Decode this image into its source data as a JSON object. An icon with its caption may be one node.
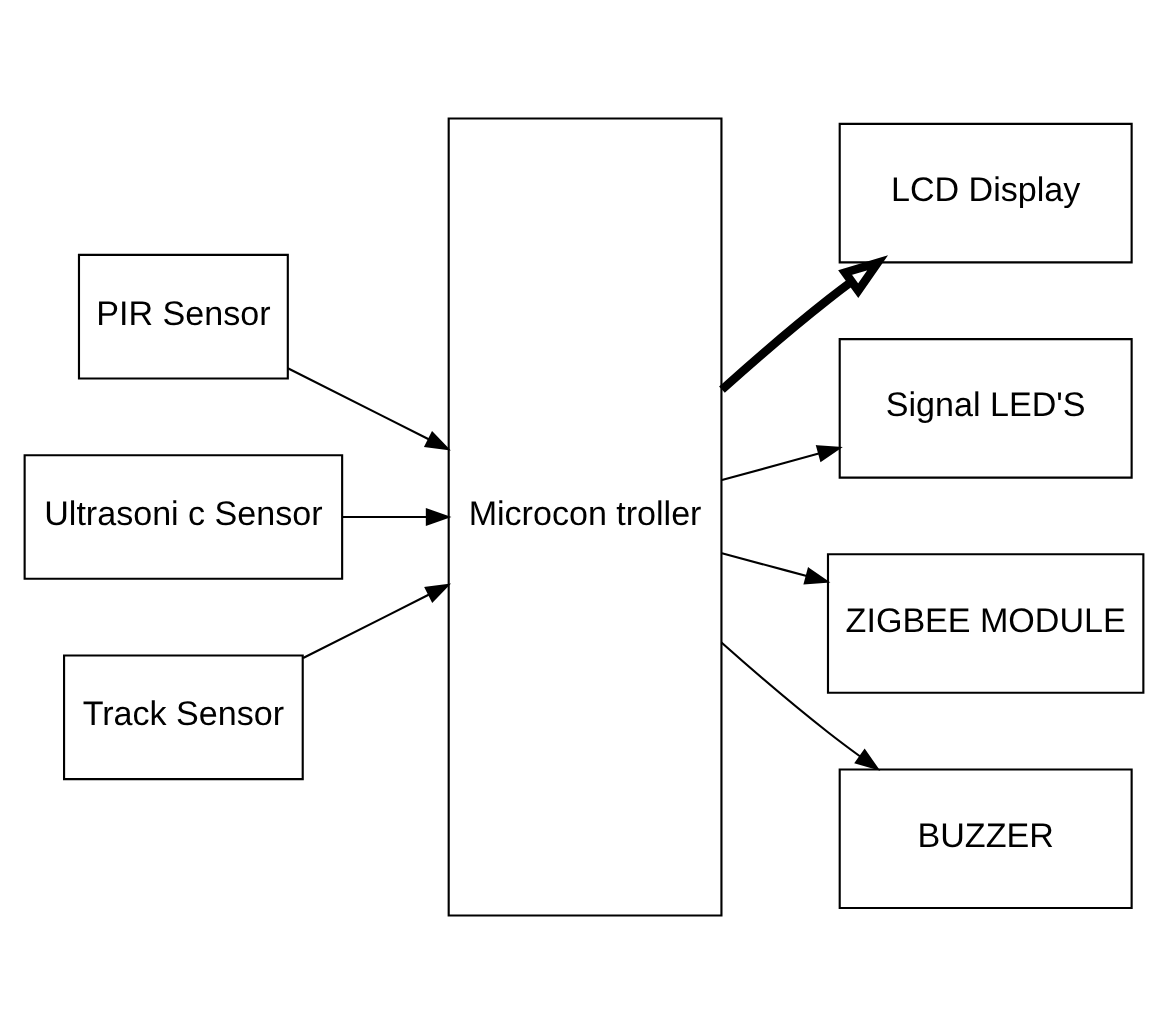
{
  "diagram": {
    "nodes": [
      {
        "text": [
          "PIR Sensor"
        ]
      },
      {
        "text": [
          "Ultrasoni c Sensor"
        ]
      },
      {
        "text": [
          "Track Sensor"
        ]
      },
      {
        "text": [
          "Microcon troller"
        ]
      },
      {
        "text": [
          "LCD Display"
        ]
      },
      {
        "text": [
          "Signal LED'S"
        ]
      },
      {
        "text": [
          "ZIGBEE MODULE"
        ]
      },
      {
        "text": [
          "BUZZER"
        ]
      }
    ],
    "edges": [
      {
        "from": 0,
        "to": 3,
        "arrow": "to"
      },
      {
        "from": 1,
        "to": 3,
        "arrow": "to"
      },
      {
        "from": 2,
        "to": 3,
        "arrow": "to"
      },
      {
        "from": 3,
        "to": 4,
        "arrow": "to",
        "style": "thick"
      },
      {
        "from": 3,
        "to": 5,
        "arrow": "to"
      },
      {
        "from": 3,
        "to": 6,
        "arrow": "to"
      },
      {
        "from": 3,
        "to": 7,
        "arrow": "to"
      }
    ]
  }
}
